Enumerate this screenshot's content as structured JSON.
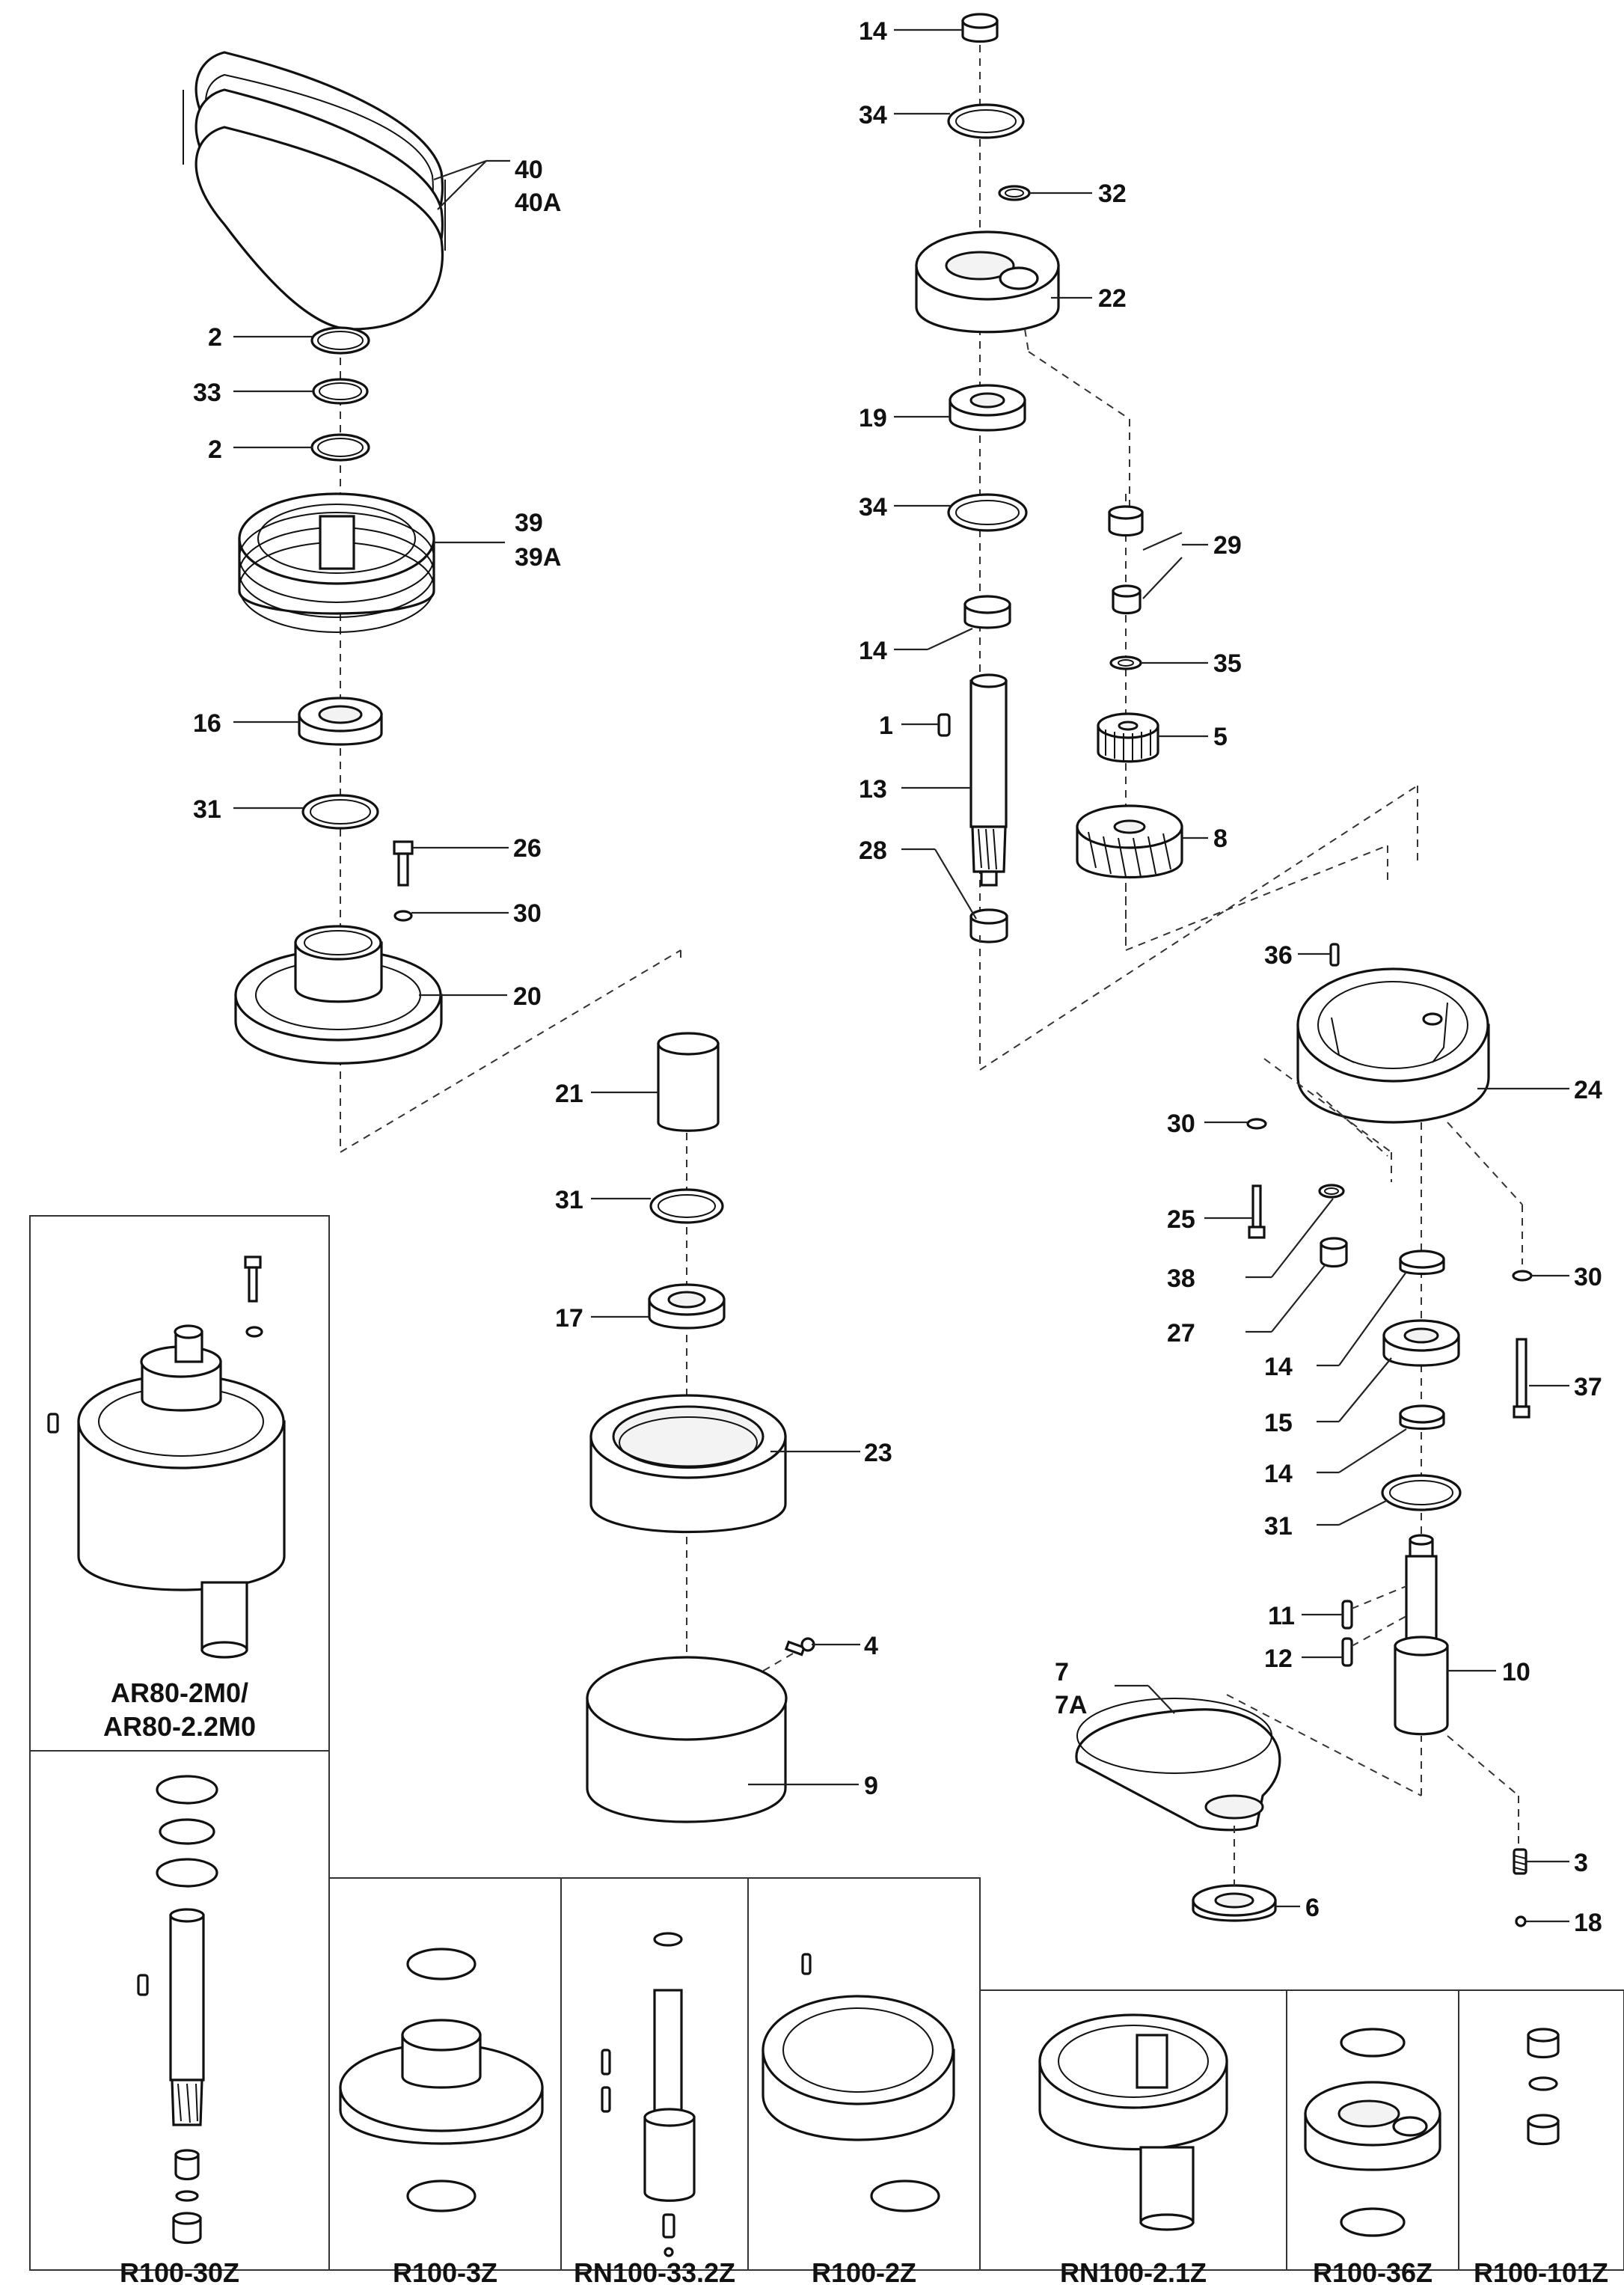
{
  "callouts": {
    "c40": "40",
    "c40a": "40A",
    "c2a": "2",
    "c33": "33",
    "c2b": "2",
    "c39": "39",
    "c39a": "39A",
    "c16": "16",
    "c31a": "31",
    "c26": "26",
    "c30a": "30",
    "c20": "20",
    "c14a": "14",
    "c34a": "34",
    "c32": "32",
    "c22": "22",
    "c19": "19",
    "c34b": "34",
    "c29": "29",
    "c14b": "14",
    "c35": "35",
    "c1": "1",
    "c5": "5",
    "c13": "13",
    "c28": "28",
    "c8": "8",
    "c36": "36",
    "c24": "24",
    "c21": "21",
    "c30b": "30",
    "c31b": "31",
    "c25": "25",
    "c38": "38",
    "c30c": "30",
    "c17": "17",
    "c27": "27",
    "c14c": "14",
    "c37": "37",
    "c15": "15",
    "c23": "23",
    "c14d": "14",
    "c31c": "31",
    "c11": "11",
    "c4": "4",
    "c12": "12",
    "c10": "10",
    "c7": "7",
    "c7a": "7A",
    "c9": "9",
    "c3": "3",
    "c6": "6",
    "c18": "18"
  },
  "variant_boxes": {
    "ar80_line1": "AR80-2M0/",
    "ar80_line2": "AR80-2.2M0",
    "r100_30z": "R100-30Z",
    "r100_3z": "R100-3Z",
    "rn100_33_2z": "RN100-33.2Z",
    "r100_2z": "R100-2Z",
    "rn100_2_1z": "RN100-2.1Z",
    "r100_36z": "R100-36Z",
    "r100_101z": "R100-101Z"
  }
}
